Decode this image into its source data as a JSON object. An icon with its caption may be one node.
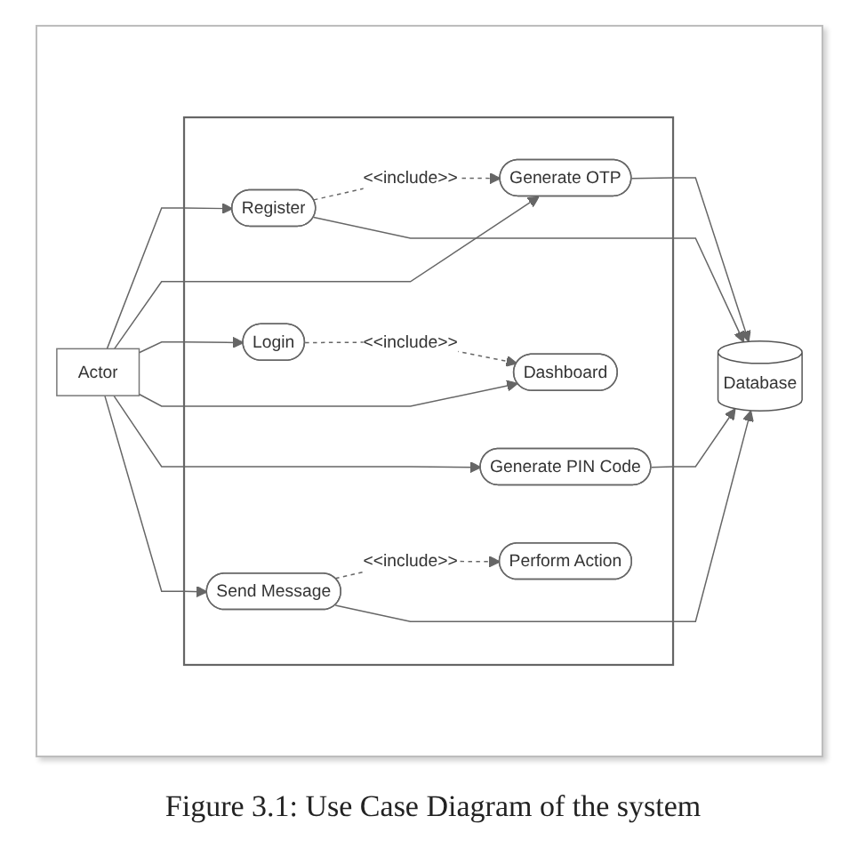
{
  "diagram": {
    "caption": "Figure 3.1: Use Case Diagram of the system",
    "nodes": [
      {
        "text": [
          "Actor"
        ]
      },
      {
        "text": [],
        "shape": "box"
      },
      {
        "text": [
          "Register"
        ],
        "in": 1
      },
      {
        "text": [
          "Generate OTP"
        ],
        "in": 1
      },
      {
        "text": [
          "Login"
        ],
        "in": 1
      },
      {
        "text": [
          "Dashboard"
        ],
        "in": 1
      },
      {
        "text": [
          "Generate PIN Code"
        ],
        "in": 1
      },
      {
        "text": [
          "Send Message"
        ],
        "in": 1
      },
      {
        "text": [
          "Perform Action"
        ],
        "in": 1
      },
      {
        "text": [
          "Database"
        ]
      }
    ],
    "edges": [
      {
        "from": 0,
        "to": 2,
        "arrow": "to"
      },
      {
        "from": 0,
        "to": 3,
        "arrow": "to"
      },
      {
        "from": 0,
        "to": 4,
        "arrow": "to"
      },
      {
        "from": 0,
        "to": 5,
        "arrow": "to"
      },
      {
        "from": 0,
        "to": 6,
        "arrow": "to"
      },
      {
        "from": 0,
        "to": 7,
        "arrow": "to"
      },
      {
        "from": 2,
        "to": 3,
        "arrow": "to",
        "label": "<<include>>",
        "style": "dashed"
      },
      {
        "from": 4,
        "to": 5,
        "arrow": "to",
        "label": "<<include>>",
        "style": "dashed"
      },
      {
        "from": 7,
        "to": 8,
        "arrow": "to",
        "label": "<<include>>",
        "style": "dashed"
      },
      {
        "from": 2,
        "to": 9,
        "arrow": "to"
      },
      {
        "from": 3,
        "to": 9,
        "arrow": "to"
      },
      {
        "from": 6,
        "to": 9,
        "arrow": "to"
      },
      {
        "from": 7,
        "to": 9,
        "arrow": "to"
      }
    ]
  }
}
